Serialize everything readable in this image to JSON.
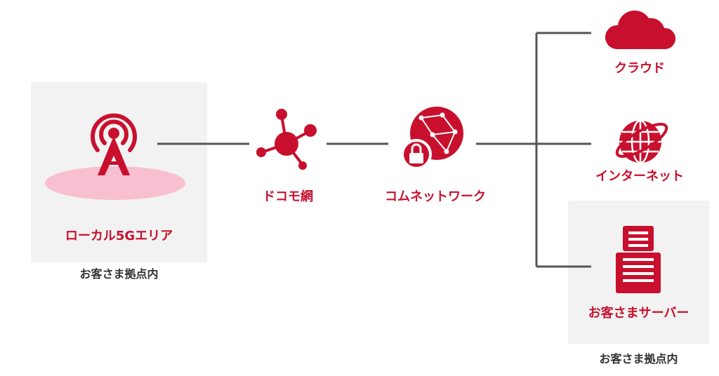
{
  "colors": {
    "accent": "#c8102e",
    "line": "#555555",
    "panel": "#f2f2f2",
    "ellipse": "#f7bfcf",
    "caption": "#333333"
  },
  "nodes": {
    "local5g": {
      "label": "ローカル5Gエリア",
      "caption": "お客さま拠点内",
      "icon": "antenna-icon"
    },
    "docomo": {
      "label": "ドコモ網",
      "icon": "network-node-icon"
    },
    "comnet": {
      "label": "コムネットワーク",
      "icon": "secure-globe-icon"
    },
    "cloud": {
      "label": "クラウド",
      "icon": "cloud-icon"
    },
    "internet": {
      "label": "インターネット",
      "icon": "globe-icon"
    },
    "server": {
      "label": "お客さまサーバー",
      "caption": "お客さま拠点内",
      "icon": "server-icon"
    }
  }
}
